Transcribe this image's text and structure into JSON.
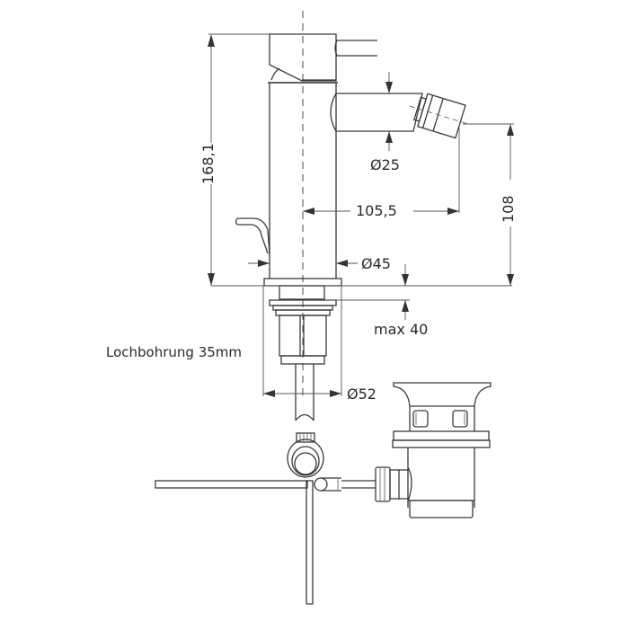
{
  "drawing": {
    "type": "technical-drawing",
    "subject": "single-lever bidet mixer with pop-up waste",
    "dimensions": {
      "total_height": "168,1",
      "spout_diameter": "Ø25",
      "spout_reach": "105,5",
      "outlet_height": "108",
      "body_diameter": "Ø45",
      "max_deck_thickness": "max 40",
      "base_diameter": "Ø52"
    },
    "notes": {
      "hole_drilling": "Lochbohrung 35mm"
    }
  }
}
